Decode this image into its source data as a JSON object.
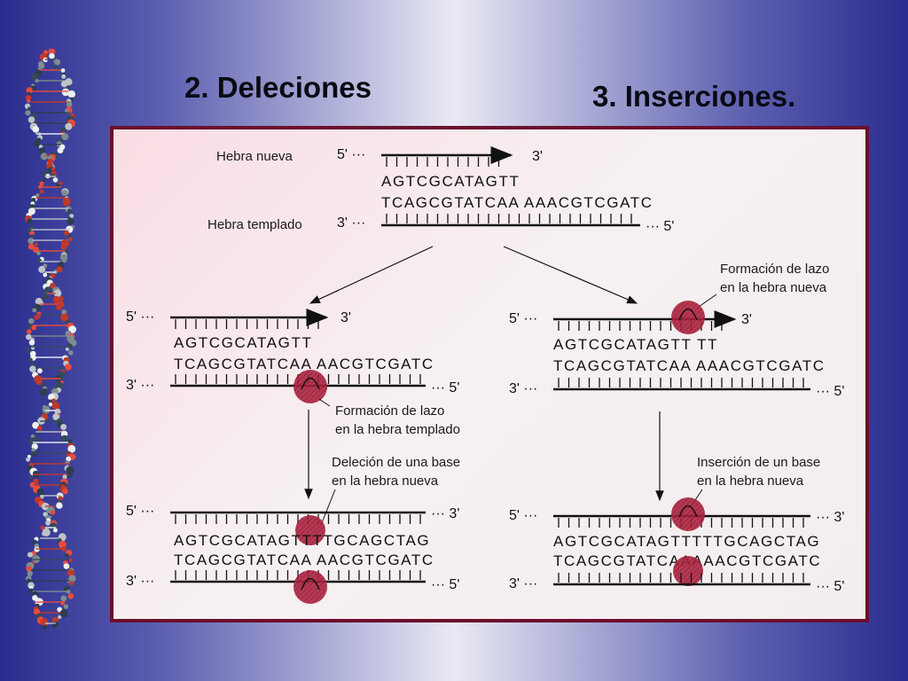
{
  "headings": {
    "deletions": "2. Deleciones",
    "insertions": "3. Inserciones."
  },
  "diagram": {
    "strand_new_label": "Hebra nueva",
    "strand_template_label": "Hebra templado",
    "end_5_dots": "5' ···",
    "end_3_dots": "3' ···",
    "end_3": "3'",
    "end_dots_5": "··· 5'",
    "end_dots_3": "··· 3'",
    "top": {
      "seq_new": "AGTCGCATAGTT",
      "seq_template": "TCAGCGTATCAA AAACGTCGATC"
    },
    "deletion": {
      "step1_seq_new": "AGTCGCATAGTT",
      "step1_seq_template": "TCAGCGTATCAA AACGTCGATC",
      "loop_note_line1": "Formación de lazo",
      "loop_note_line2": "en la hebra templado",
      "result_note_line1": "Deleción de una base",
      "result_note_line2": "en la hebra nueva",
      "step2_seq_new": "AGTCGCATAGTTTTGCAGCTAG",
      "step2_seq_template": "TCAGCGTATCAA AACGTCGATC"
    },
    "insertion": {
      "loop_note_line1": "Formación de lazo",
      "loop_note_line2": "en la hebra nueva",
      "step1_seq_new": "AGTCGCATAGTT TT",
      "step1_seq_template": "TCAGCGTATCAA AAACGTCGATC",
      "result_note_line1": "Inserción de un base",
      "result_note_line2": "en la hebra nueva",
      "step2_seq_new": "AGTCGCATAGTTTTTGCAGCTAG",
      "step2_seq_template": "TCAGCGTATCAAAAACGTCGATC"
    }
  },
  "colors": {
    "background_edge": "#2a2c8e",
    "panel_border": "#6b0f2c",
    "loop_fill": "#b02440"
  }
}
